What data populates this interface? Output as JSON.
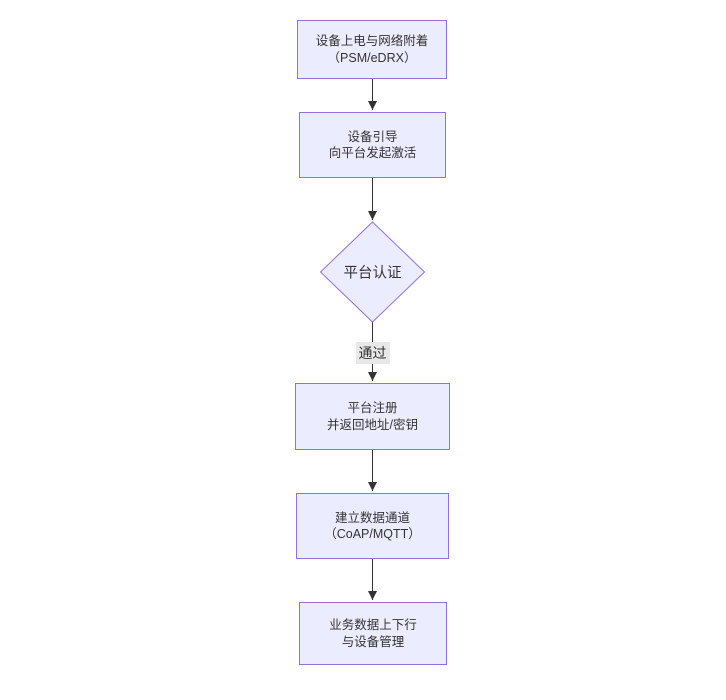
{
  "diagram": {
    "type": "flowchart-top-down",
    "colors": {
      "background": "#FFFFFF",
      "node_fill": "#ECECFF",
      "node_border": "#9370DB",
      "text": "#333333",
      "arrow": "#333333",
      "edge_label_bg": "#E8E8E8"
    },
    "nodes": {
      "attach": {
        "shape": "rect",
        "line1": "设备上电与网络附着",
        "line2": "（PSM/eDRX）"
      },
      "bootstrap": {
        "shape": "rect",
        "line1": "设备引导",
        "line2": "向平台发起激活"
      },
      "auth": {
        "shape": "diamond",
        "label": "平台认证"
      },
      "register": {
        "shape": "rect",
        "line1": "平台注册",
        "line2": "并返回地址/密钥"
      },
      "channel": {
        "shape": "rect",
        "line1": "建立数据通道",
        "line2": "（CoAP/MQTT）"
      },
      "business": {
        "shape": "rect",
        "line1": "业务数据上下行",
        "line2": "与设备管理"
      }
    },
    "edges": {
      "pass_label": "通过"
    }
  }
}
